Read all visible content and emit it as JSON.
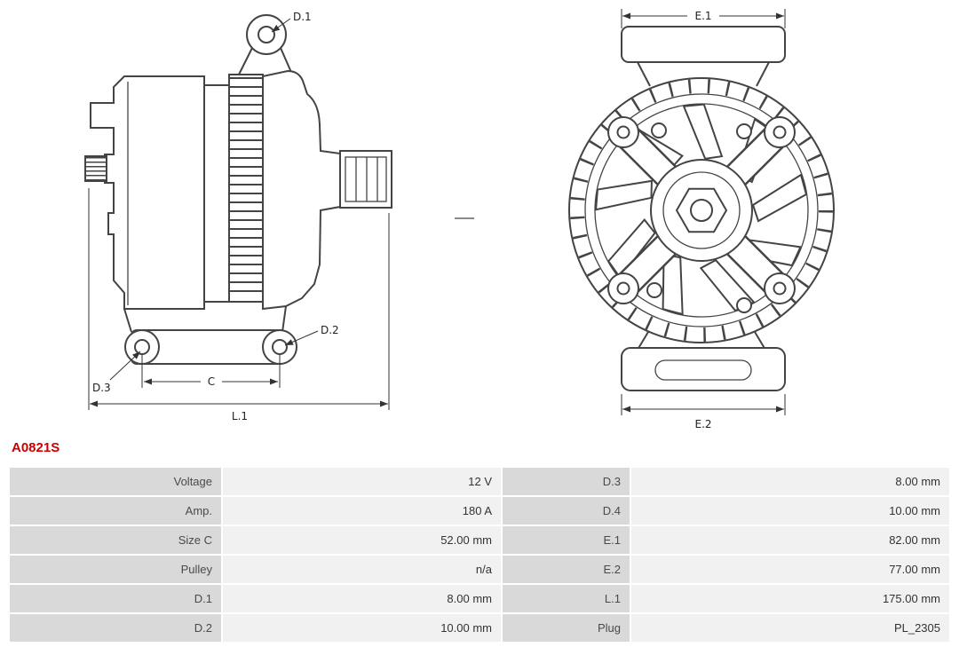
{
  "part": {
    "number": "A0821S",
    "color": "#cc0000"
  },
  "diagram": {
    "labels": {
      "d1": "D.1",
      "d2": "D.2",
      "d3": "D.3",
      "c": "C",
      "l1": "L.1",
      "e1": "E.1",
      "e2": "E.2"
    }
  },
  "specs": {
    "rows": [
      {
        "label1": "Voltage",
        "value1": "12 V",
        "label2": "D.3",
        "value2": "8.00 mm"
      },
      {
        "label1": "Amp.",
        "value1": "180 A",
        "label2": "D.4",
        "value2": "10.00 mm"
      },
      {
        "label1": "Size C",
        "value1": "52.00 mm",
        "label2": "E.1",
        "value2": "82.00 mm"
      },
      {
        "label1": "Pulley",
        "value1": "n/a",
        "label2": "E.2",
        "value2": "77.00 mm"
      },
      {
        "label1": "D.1",
        "value1": "8.00 mm",
        "label2": "L.1",
        "value2": "175.00 mm"
      },
      {
        "label1": "D.2",
        "value1": "10.00 mm",
        "label2": "Plug",
        "value2": "PL_2305"
      }
    ]
  }
}
